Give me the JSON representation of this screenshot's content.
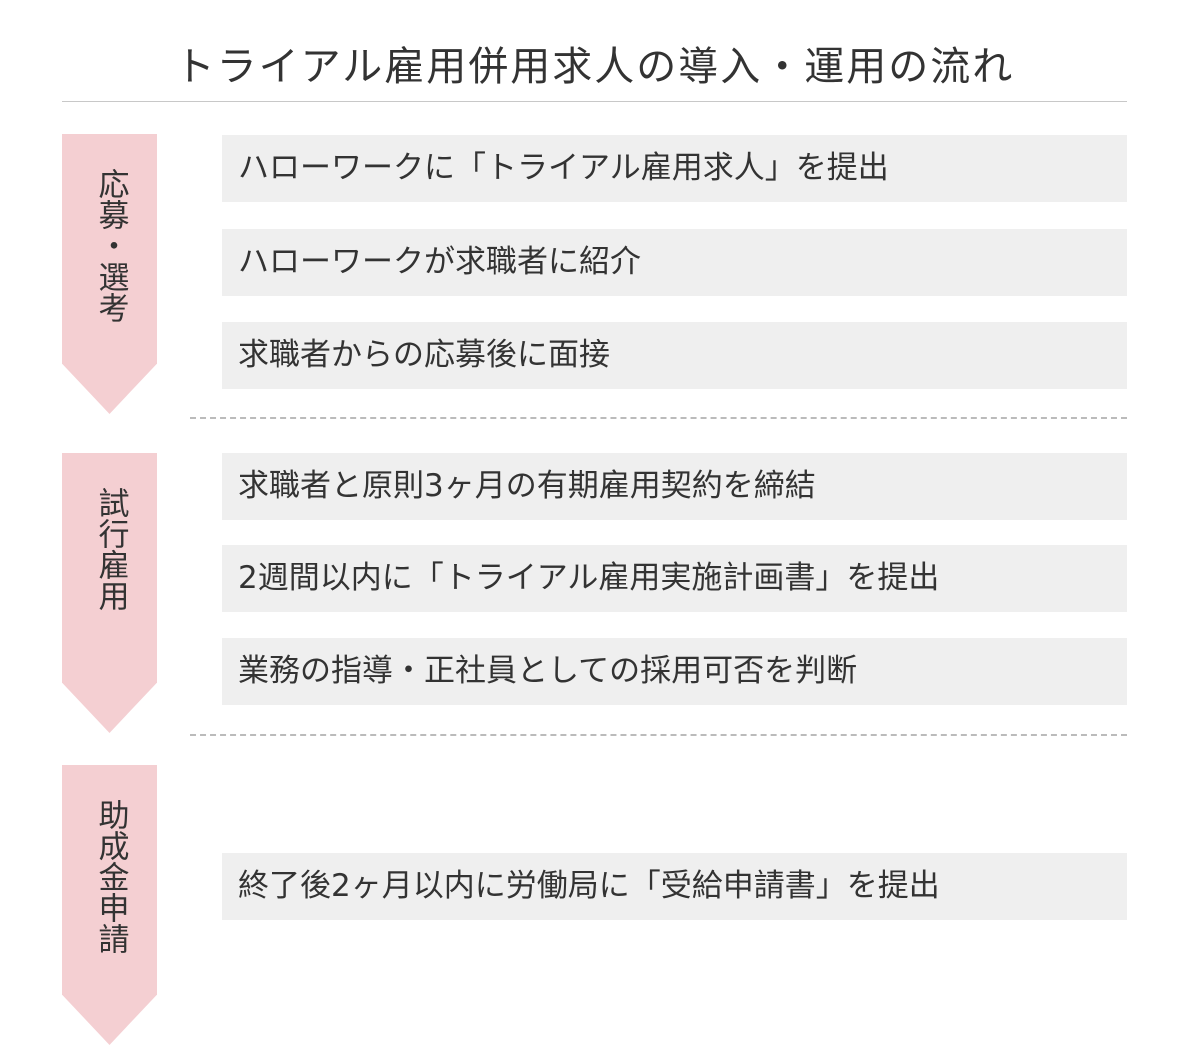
{
  "title": "トライアル雇用併用求人の導入・運用の流れ",
  "colors": {
    "phase": "#f4cfd2",
    "step": "#efefef",
    "text": "#333333"
  },
  "phases": [
    {
      "label": "応募・選考",
      "steps": [
        "ハローワークに「トライアル雇用求人」を提出",
        "ハローワークが求職者に紹介",
        "求職者からの応募後に面接"
      ]
    },
    {
      "label": "試行雇用",
      "steps": [
        "求職者と原則3ヶ月の有期雇用契約を締結",
        "2週間以内に「トライアル雇用実施計画書」を提出",
        "業務の指導・正社員としての採用可否を判断"
      ]
    },
    {
      "label": "助成金申請",
      "steps": [
        "終了後2ヶ月以内に労働局に「受給申請書」を提出"
      ]
    }
  ]
}
